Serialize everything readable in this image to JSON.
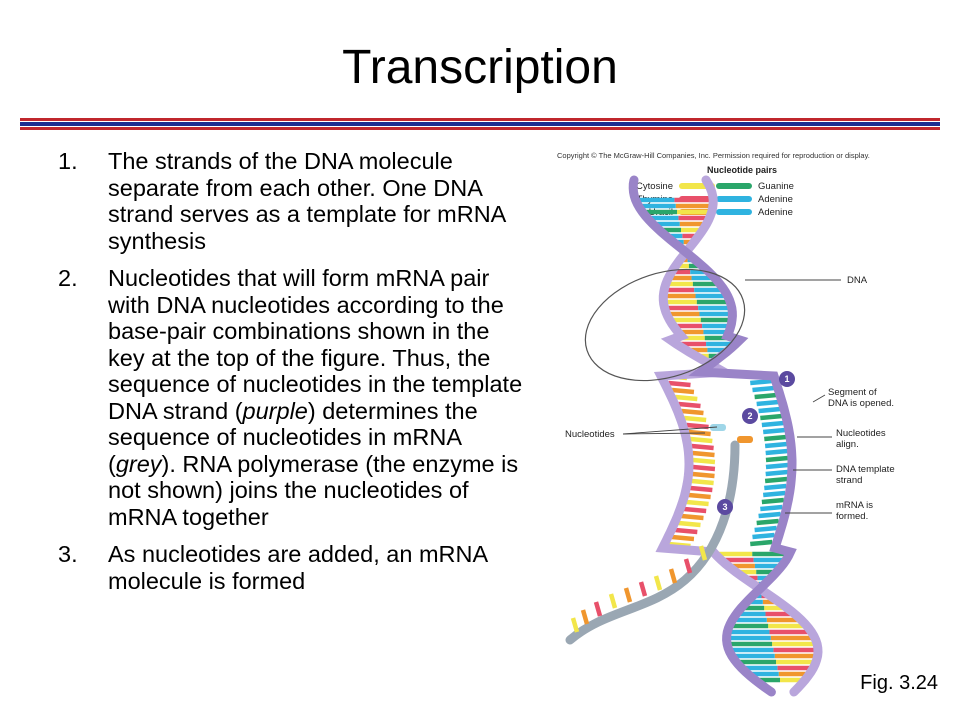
{
  "title": "Transcription",
  "steps": [
    {
      "num": "1.",
      "text": "The strands of the DNA molecule separate from each other.  One DNA strand serves as a template for mRNA synthesis"
    },
    {
      "num": "2.",
      "text_a": "Nucleotides that will form mRNA pair with DNA nucleotides according to the base-pair combinations shown in the key at the top of the figure.  Thus, the sequence of nucleotides in the template DNA strand (",
      "em_a": "purple",
      "text_b": ") determines the sequence of nucleotides in mRNA (",
      "em_b": "grey",
      "text_c": ").  RNA polymerase (the enzyme is not shown) joins the nucleotides of mRNA together"
    },
    {
      "num": "3.",
      "text": "As nucleotides are added, an mRNA molecule is formed"
    }
  ],
  "figure": {
    "copyright": "Copyright © The McGraw-Hill Companies, Inc. Permission required for reproduction or display.",
    "key_title": "Nucleotide pairs",
    "pairs": [
      {
        "left": "Cytosine",
        "right": "Guanine",
        "left_color": "#f2e64a",
        "right_color": "#2aa66a"
      },
      {
        "left": "Thymine",
        "right": "Adenine",
        "left_color": "#e8506a",
        "right_color": "#2fb3e0"
      },
      {
        "left": "Uracil",
        "right": "Adenine",
        "left_color": "#f0962e",
        "right_color": "#2fb3e0"
      }
    ],
    "labels": {
      "dna": "DNA",
      "segment_1": "Segment of",
      "segment_2": "DNA is opened.",
      "nucleotides": "Nucleotides",
      "align_1": "Nucleotides",
      "align_2": "align.",
      "template_1": "DNA template",
      "template_2": "strand",
      "mrna_1": "mRNA is",
      "mrna_2": "formed."
    },
    "step_markers": [
      "1",
      "2",
      "3"
    ],
    "colors": {
      "backbone": "#b9a6dc",
      "backbone_dark": "#9a84c8",
      "mrna": "#9aa7b3",
      "marker": "#5b4aa0"
    }
  },
  "fig_label": "Fig. 3.24"
}
